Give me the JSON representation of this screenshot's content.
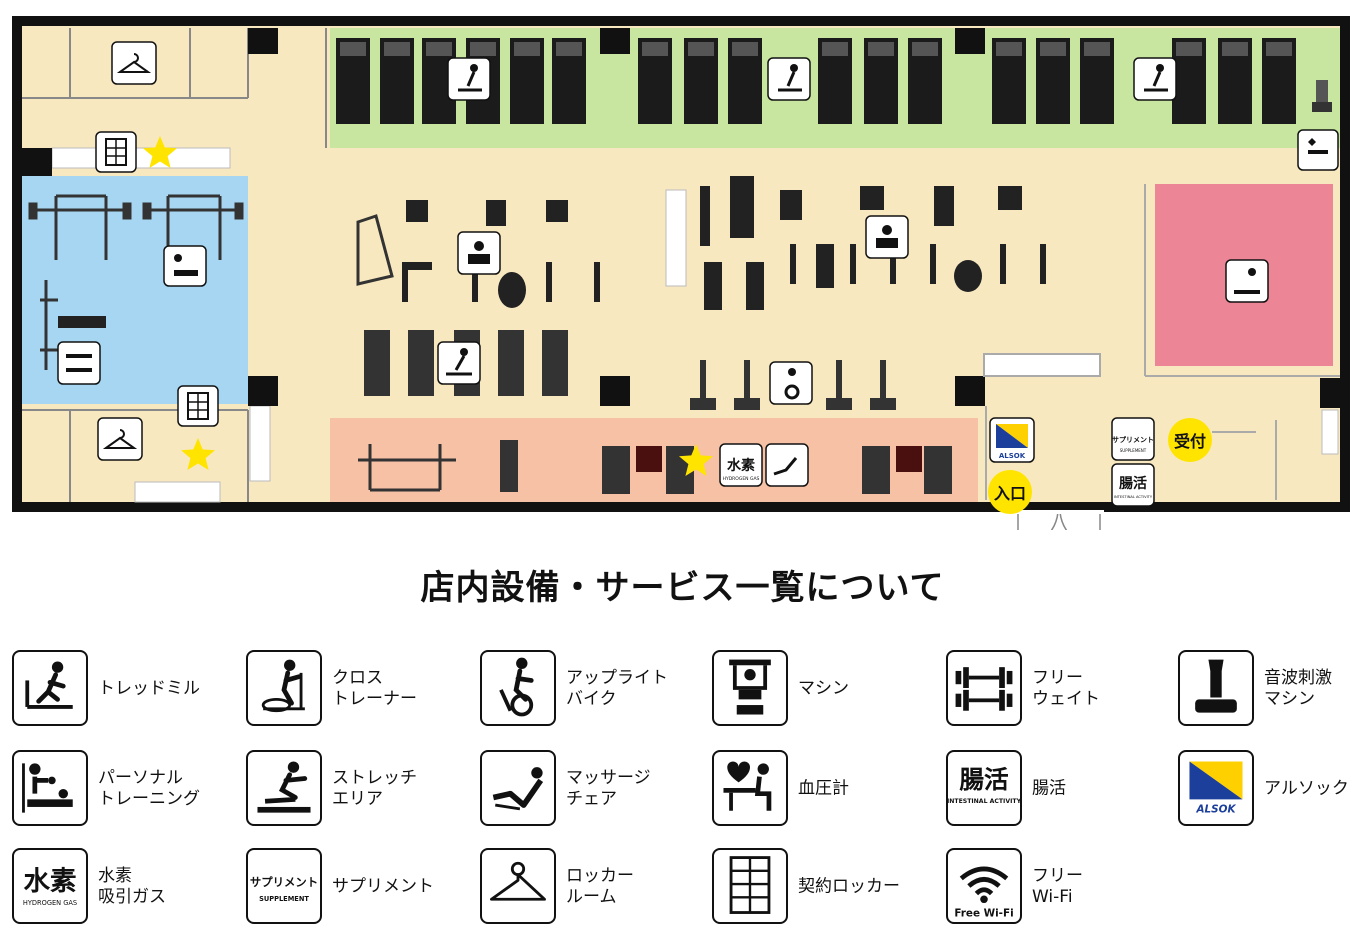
{
  "map": {
    "labels": {
      "entrance": "入口",
      "reception": "受付",
      "hydrogen": "水素",
      "hydrogen_sub": "HYDROGEN GAS",
      "supplement": "サプリメント",
      "supplement_sub": "SUPPLEMENT",
      "intestinal": "腸活",
      "intestinal_sub": "INTESTINAL ACTIVITY",
      "alsok": "ALSOK"
    },
    "colors": {
      "floor": "#f8e8c0",
      "cardio_zone": "#c8e6a0",
      "free_weight_zone": "#a7d6f2",
      "stretch_zone": "#ec8596",
      "training_zone": "#f6c1a4",
      "wall": "#111111",
      "star": "#ffe400",
      "badge": "#ffe400"
    }
  },
  "section_title": "店内設備・サービス一覧について",
  "legend": [
    {
      "icon": "treadmill-icon",
      "label": "トレッドミル"
    },
    {
      "icon": "cross-trainer-icon",
      "label": "クロス\nトレーナー"
    },
    {
      "icon": "upright-bike-icon",
      "label": "アップライト\nバイク"
    },
    {
      "icon": "machine-icon",
      "label": "マシン"
    },
    {
      "icon": "free-weight-icon",
      "label": "フリー\nウェイト"
    },
    {
      "icon": "sonic-vibration-icon",
      "label": "音波刺激\nマシン"
    },
    {
      "icon": "personal-training-icon",
      "label": "パーソナル\nトレーニング"
    },
    {
      "icon": "stretch-icon",
      "label": "ストレッチ\nエリア"
    },
    {
      "icon": "massage-chair-icon",
      "label": "マッサージ\nチェア"
    },
    {
      "icon": "blood-pressure-icon",
      "label": "血圧計"
    },
    {
      "icon": "intestinal-icon",
      "label": "腸活"
    },
    {
      "icon": "alsok-icon",
      "label": "アルソック"
    },
    {
      "icon": "hydrogen-gas-icon",
      "label": "水素\n吸引ガス"
    },
    {
      "icon": "supplement-icon",
      "label": "サプリメント"
    },
    {
      "icon": "locker-room-icon",
      "label": "ロッカー\nルーム"
    },
    {
      "icon": "contract-locker-icon",
      "label": "契約ロッカー"
    },
    {
      "icon": "free-wifi-icon",
      "label": "フリー\nWi-Fi"
    }
  ],
  "legend_icon_text": {
    "hydrogen": "水素",
    "hydrogen_sub": "HYDROGEN GAS",
    "intestinal": "腸活",
    "intestinal_sub": "INTESTINAL ACTIVITY",
    "supplement": "サプリメント",
    "supplement_sub": "SUPPLEMENT",
    "alsok": "ALSOK",
    "wifi": "Free Wi-Fi"
  }
}
